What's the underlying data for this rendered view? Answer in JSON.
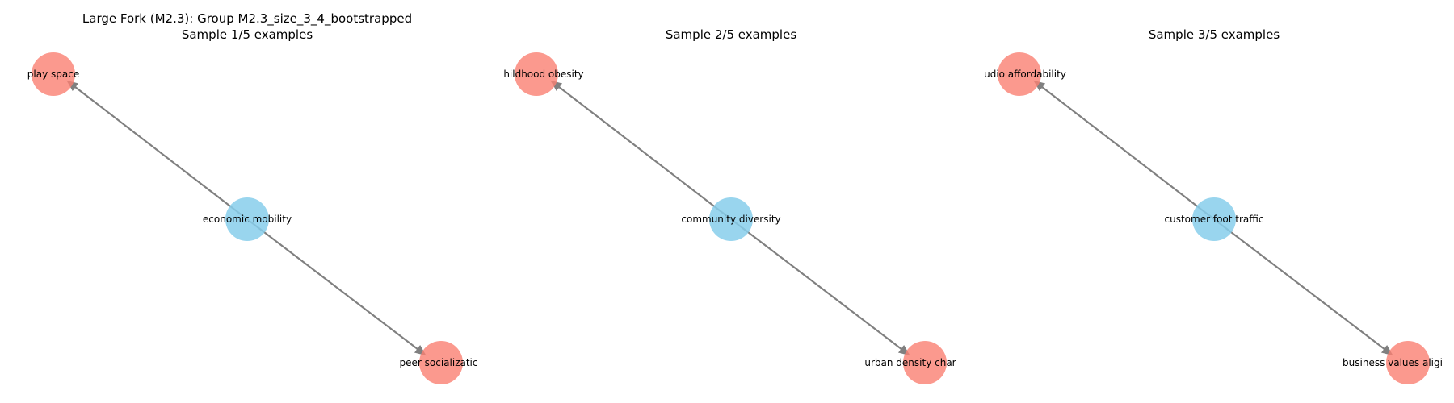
{
  "main_title": "Large Fork (M2.3): Group M2.3_size_3_4_bootstrapped",
  "colors": {
    "hub": "#87CEEB",
    "leaf": "#FA8072",
    "edge": "#808080"
  },
  "panels": [
    {
      "title": "Sample 1/5 examples",
      "hub": "economic mobility",
      "leaf_top": "play space",
      "leaf_bottom": "peer socializatic"
    },
    {
      "title": "Sample 2/5 examples",
      "hub": "community diversity",
      "leaf_top": "hildhood obesity",
      "leaf_bottom": "urban density char"
    },
    {
      "title": "Sample 3/5 examples",
      "hub": "customer foot traffic",
      "leaf_top": "udio affordability",
      "leaf_bottom": "business values aligi"
    }
  ]
}
